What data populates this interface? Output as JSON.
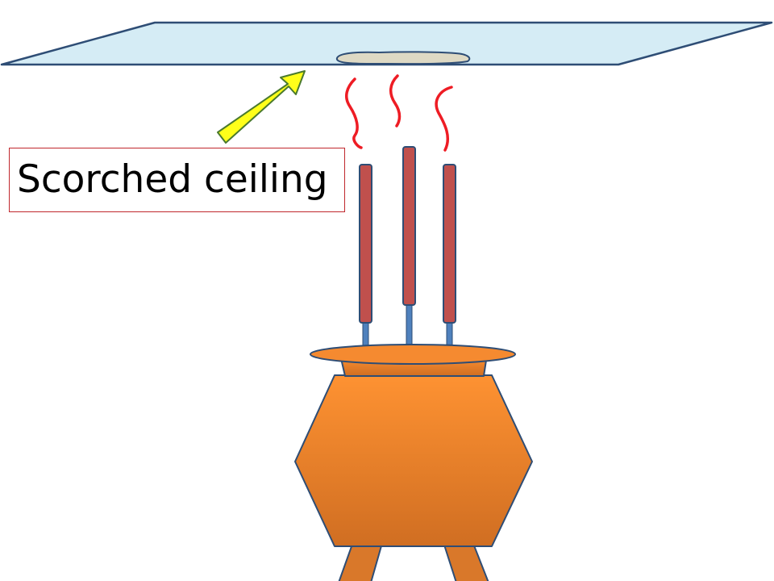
{
  "label": {
    "text": "Scorched ceiling"
  },
  "colors": {
    "ceiling_fill": "#d5ecf5",
    "ceiling_stroke": "#2e4d75",
    "scorch_fill": "#ded9c4",
    "arrow_fill": "#ffff1a",
    "arrow_stroke": "#4a7a2e",
    "smoke": "#ee1c24",
    "incense_body": "#c0504d",
    "incense_stick": "#4f81bd",
    "pot_light": "#fe9232",
    "pot_dark": "#d06e22",
    "pot_stroke": "#2e4d75",
    "label_border": "#c0282d"
  },
  "icons": {
    "ceiling": "ceiling-panel",
    "scorch_mark": "scorch-mark",
    "arrow": "yellow-arrow",
    "smoke": "smoke-wisps",
    "incense": "incense-sticks",
    "censer": "incense-pot"
  }
}
